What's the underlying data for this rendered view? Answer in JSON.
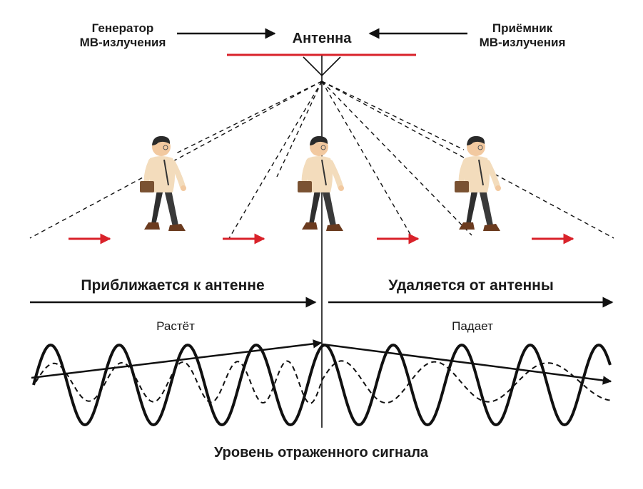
{
  "labels": {
    "generator_line1": "Генератор",
    "generator_line2": "МВ-излучения",
    "antenna": "Антенна",
    "receiver_line1": "Приёмник",
    "receiver_line2": "МВ-излучения",
    "approach": "Приближается к антенне",
    "recede": "Удаляется от антенны",
    "grows": "Растёт",
    "falls": "Падает",
    "signal_level": "Уровень отраженного сигнала"
  },
  "colors": {
    "antenna_bar": "#d9222a",
    "motion_arrow": "#d9222a",
    "ink": "#111111",
    "skin": "#f2c9a0",
    "shirt": "#f3dcbc",
    "trousers": "#2f2f2f",
    "shoes": "#6b3b1f",
    "bag": "#7a5232",
    "hair": "#2a2a2a"
  },
  "icons": {
    "person": "walking-man-icon",
    "arrow": "arrow-right-icon"
  }
}
